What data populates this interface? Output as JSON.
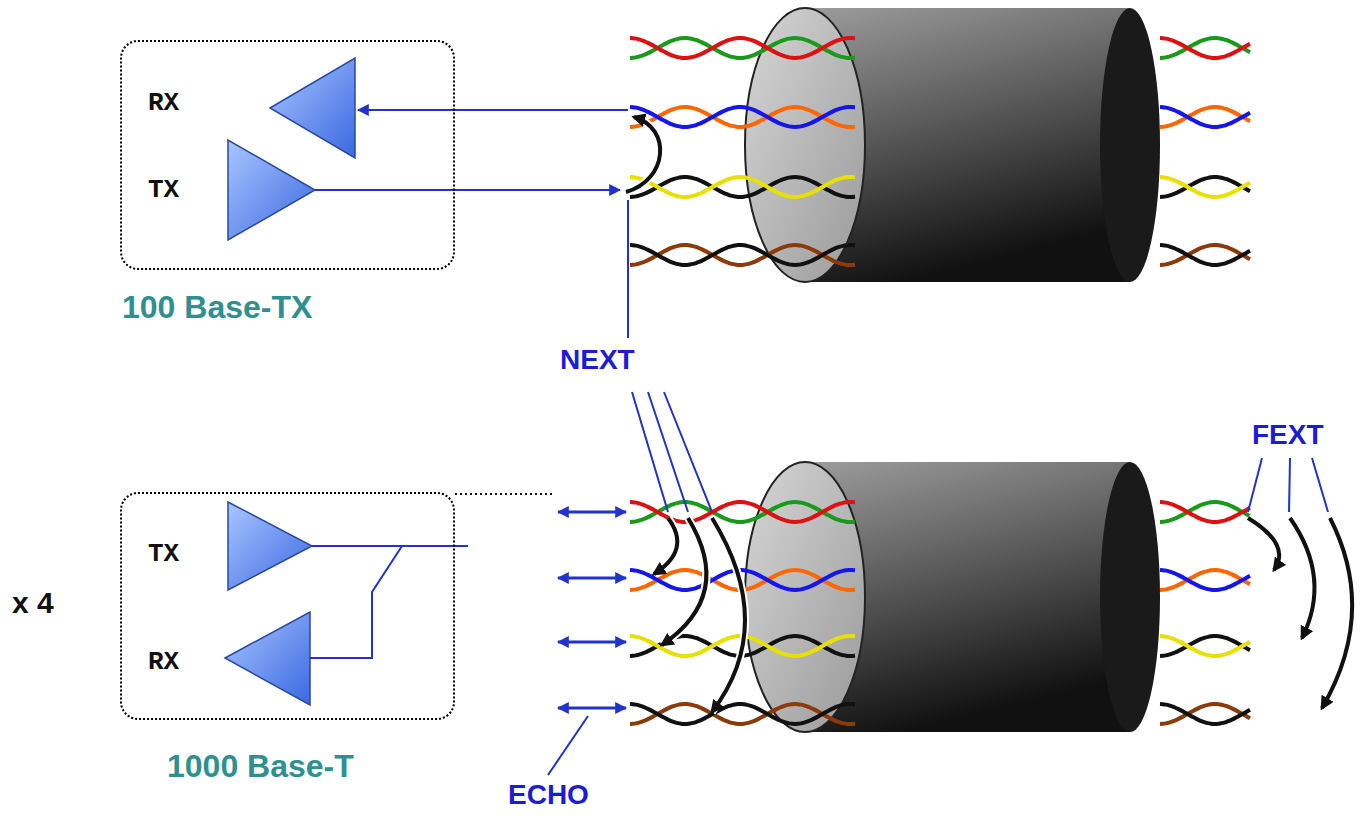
{
  "diagram": {
    "nodes": [
      {
        "text": [
          "RX",
          "TX",
          "100 Base-TX"
        ]
      },
      {
        "text": [
          "TX",
          "RX",
          "1000 Base-T"
        ]
      }
    ],
    "labels": [
      "NEXT",
      "FEXT",
      "x 4",
      "ECHO"
    ]
  }
}
